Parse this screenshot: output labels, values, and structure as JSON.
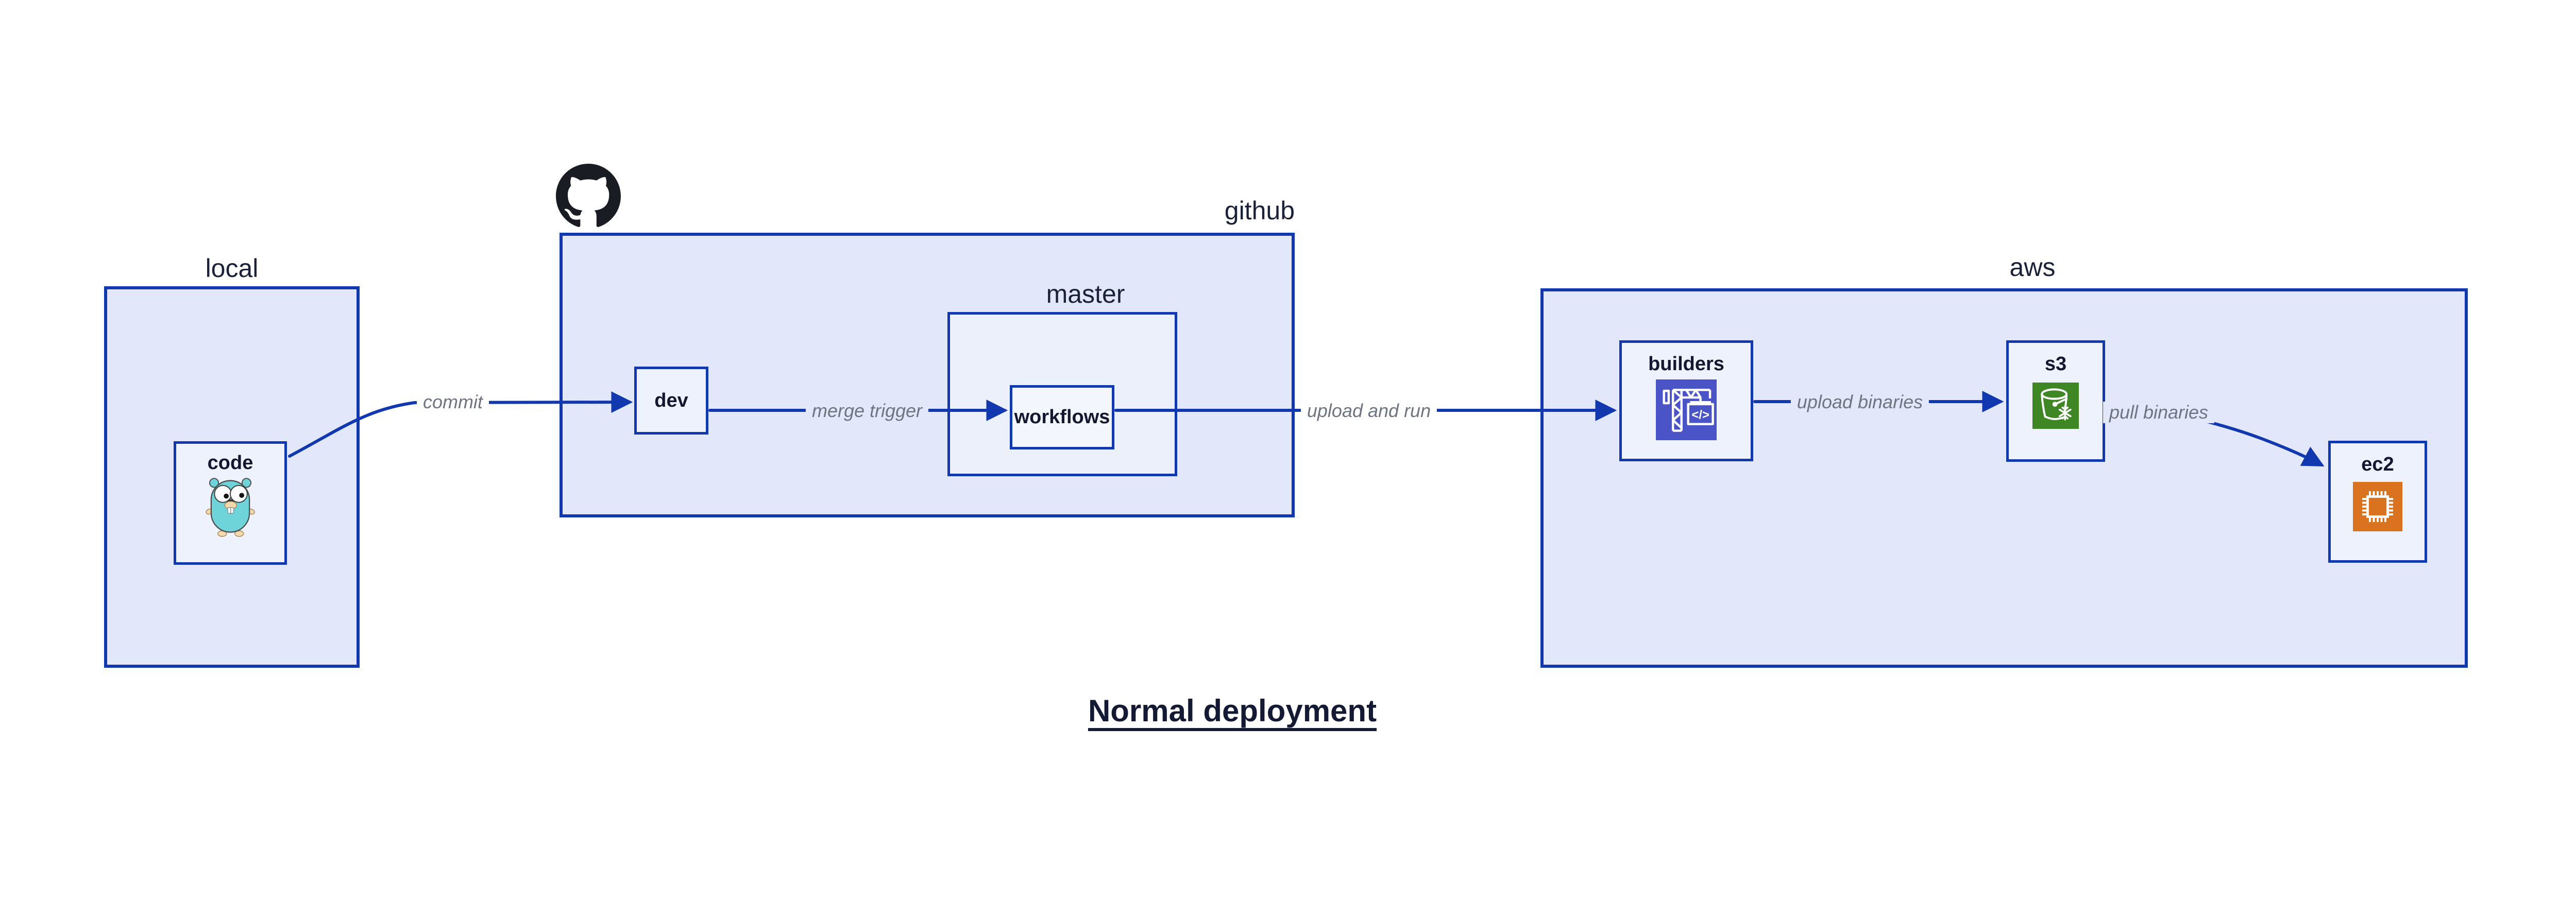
{
  "title": {
    "text": "Normal deployment"
  },
  "groups": {
    "local": {
      "label": "local"
    },
    "github": {
      "label": "github"
    },
    "master": {
      "label": "master"
    },
    "aws": {
      "label": "aws"
    }
  },
  "nodes": {
    "code": {
      "label": "code"
    },
    "dev": {
      "label": "dev"
    },
    "workflows": {
      "label": "workflows"
    },
    "builders": {
      "label": "builders"
    },
    "s3": {
      "label": "s3"
    },
    "ec2": {
      "label": "ec2"
    }
  },
  "edges": {
    "commit": {
      "label": "commit"
    },
    "merge_trigger": {
      "label": "merge trigger"
    },
    "upload_and_run": {
      "label": "upload and run"
    },
    "upload_binaries": {
      "label": "upload binaries"
    },
    "pull_binaries": {
      "label": "pull binaries"
    }
  },
  "icons": {
    "github_octocat": "github-octocat-icon",
    "go_gopher": "go-gopher-icon",
    "codebuild_crane": "codebuild-crane-icon",
    "s3_bucket": "s3-bucket-snowflake-icon",
    "ec2_chip": "ec2-chip-icon",
    "codebuild_code_tag": "</>"
  },
  "colors": {
    "border_blue": "#1138ae",
    "arrow_blue": "#1138ae",
    "panel_fill": "#e2e8f9",
    "box_fill": "#eef2fc",
    "edge_label_gray": "#6e7480",
    "text_navy": "#1b2138",
    "octocat_black": "#191d23",
    "codebuild_indigo": "#4b54c7",
    "s3_green": "#3f8624",
    "ec2_orange": "#d9731f",
    "gopher_teal": "#6fd3da"
  }
}
